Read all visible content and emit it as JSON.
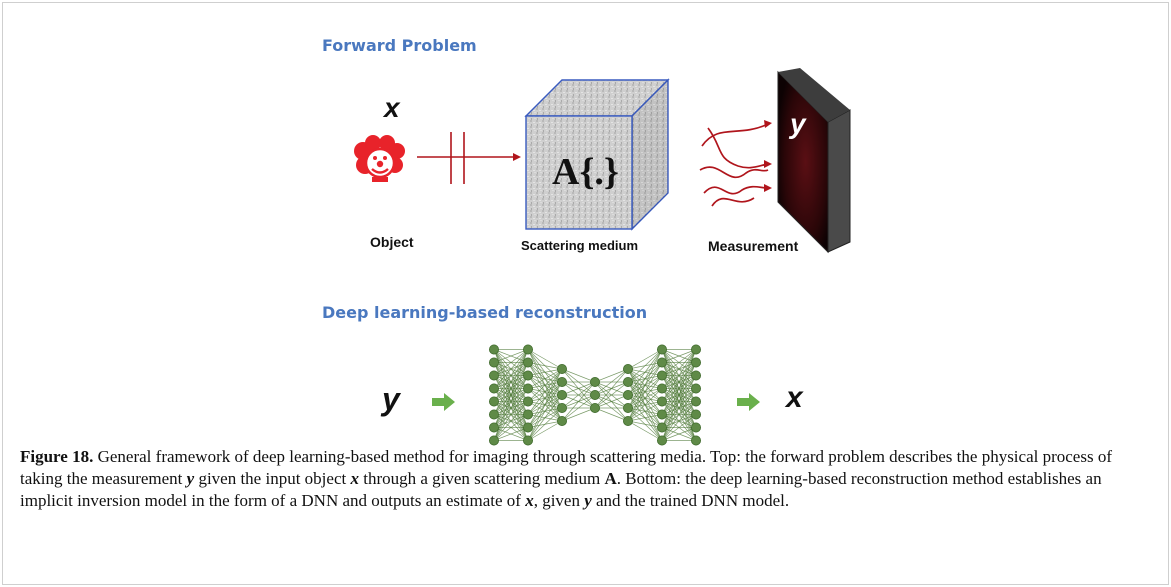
{
  "forward": {
    "title": "Forward Problem",
    "object_label": "Object",
    "medium_label": "Scattering medium",
    "measurement_label": "Measurement",
    "x_symbol": "x",
    "y_symbol": "y",
    "operator": "A{.}"
  },
  "reconstruction": {
    "title": "Deep learning-based reconstruction",
    "input_symbol": "y",
    "output_symbol": "x"
  },
  "caption": {
    "fig_label": "Figure 18.",
    "p1": " General framework of deep learning-based method for imaging through scattering media. Top: the forward problem describes the physical process of taking the measurement ",
    "y1": "y",
    "p2": " given the input object ",
    "x1": "x",
    "p3": " through a given scattering medium ",
    "A": "A",
    "p4": ". Bottom: the deep learning-based reconstruction method establishes an implicit inversion model in the form of a DNN and outputs an estimate of ",
    "x2": "x",
    "p5": ", given ",
    "y2": "y",
    "p6": " and the trained DNN model."
  },
  "colors": {
    "title_blue": "#4a78bf",
    "ray_red": "#b0151c",
    "arrow_green": "#6ab04c",
    "node_green": "#5f8a47"
  }
}
